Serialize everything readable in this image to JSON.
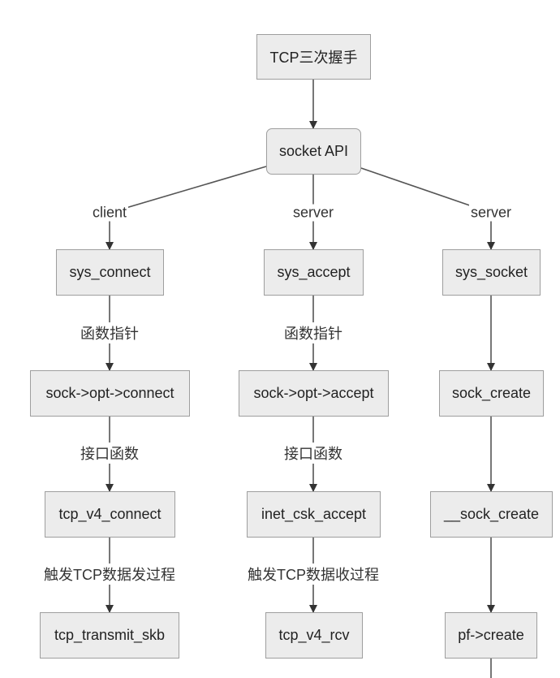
{
  "nodes": {
    "root": "TCP三次握手",
    "socket_api": "socket API",
    "sys_connect": "sys_connect",
    "sys_accept": "sys_accept",
    "sys_socket": "sys_socket",
    "sock_opt_connect": "sock->opt->connect",
    "sock_opt_accept": "sock->opt->accept",
    "sock_create": "sock_create",
    "tcp_v4_connect": "tcp_v4_connect",
    "inet_csk_accept": "inet_csk_accept",
    "__sock_create": "__sock_create",
    "tcp_transmit_skb": "tcp_transmit_skb",
    "tcp_v4_rcv": "tcp_v4_rcv",
    "pf_create": "pf->create"
  },
  "edge_labels": {
    "client": "client",
    "server_mid": "server",
    "server_right": "server",
    "fp_left": "函数指针",
    "fp_mid": "函数指针",
    "api_left": "接口函数",
    "api_mid": "接口函数",
    "send_proc": "触发TCP数据发过程",
    "recv_proc": "触发TCP数据收过程"
  },
  "colors": {
    "node_fill": "#ececec",
    "node_border": "#9e9e9e",
    "edge": "#555555"
  }
}
